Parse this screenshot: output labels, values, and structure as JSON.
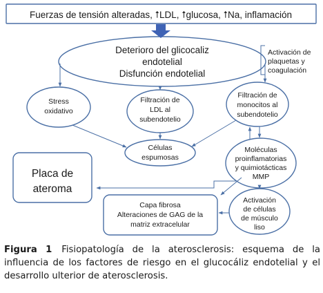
{
  "diagram": {
    "colors": {
      "stroke": "#4a6fa5",
      "arrow_fill": "#3f63b5"
    },
    "nodes": {
      "risk_factors": {
        "lines": [
          "Fuerzas de tensión alteradas, ⭡LDL, ⭡glucosa, ⭡Na, inflamación"
        ]
      },
      "glycocalyx": {
        "lines": [
          "Deterioro del glicocaliz",
          "endotelial",
          "Disfunción endotelial"
        ]
      },
      "platelets": {
        "lines": [
          "Activación de",
          "plaquetas y",
          "coagulación"
        ]
      },
      "stress": {
        "lines": [
          "Stress",
          "oxidativo"
        ]
      },
      "ldl_filtration": {
        "lines": [
          "Filtración de",
          "LDL al",
          "subendotelio"
        ]
      },
      "monocyte_filtration": {
        "lines": [
          "Filtración de",
          "monocitos al",
          "subendotelio"
        ]
      },
      "foam_cells": {
        "lines": [
          "Células",
          "espumosas"
        ]
      },
      "molecules": {
        "lines": [
          "Moléculas",
          "proinflamatorias",
          "y quimiotácticas",
          "MMP"
        ]
      },
      "plaque": {
        "lines": [
          "Placa de",
          "ateroma"
        ]
      },
      "fibrous_cap": {
        "lines": [
          "Capa fibrosa",
          "Alteraciones de GAG de la",
          "matriz extracelular"
        ]
      },
      "muscle": {
        "lines": [
          "Activación",
          "de células",
          "de músculo",
          "liso"
        ]
      }
    }
  },
  "caption": {
    "label": "Figura 1",
    "text": "Fisiopatología de la aterosclerosis: esquema de la influencia de los factores de riesgo en el glucocáliz endotelial y el desarrollo ulterior de aterosclerosis."
  }
}
